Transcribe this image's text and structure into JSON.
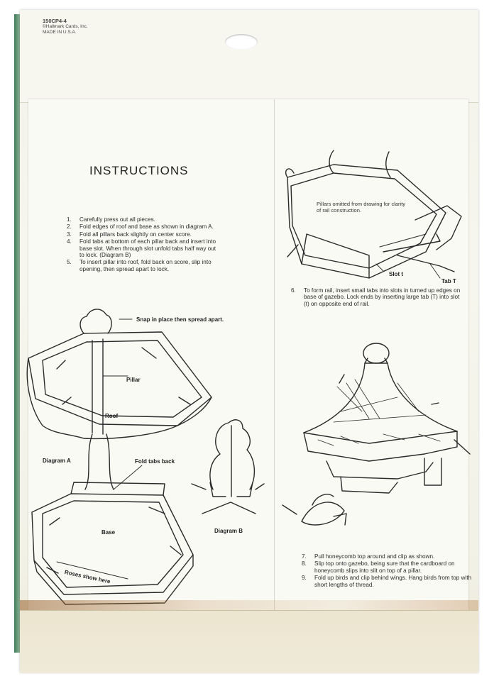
{
  "header": {
    "code": "150CP4-4",
    "company": "©Hallmark Cards, Inc.",
    "origin": "MADE IN U.S.A."
  },
  "title": "INSTRUCTIONS",
  "steps_left": [
    {
      "num": "1.",
      "text": "Carefully press out all pieces."
    },
    {
      "num": "2.",
      "text": "Fold edges of roof and base as shown in diagram A."
    },
    {
      "num": "3.",
      "text": "Fold all pillars back slightly on center score."
    },
    {
      "num": "4.",
      "text": "Fold tabs at bottom of each pillar back and insert into base slot. When through slot unfold tabs half way out to lock. (Diagram B)"
    },
    {
      "num": "5.",
      "text": "To insert pillar into roof, fold back on score, slip into opening, then spread apart to lock."
    }
  ],
  "step_rail": {
    "num": "6.",
    "text": "To form rail, insert small tabs into slots in turned up edges on base of gazebo. Lock ends by inserting large tab (T) into slot (t) on opposite end of rail."
  },
  "steps_right": [
    {
      "num": "7.",
      "text": "Pull honeycomb top around and clip as shown."
    },
    {
      "num": "8.",
      "text": "Slip top onto gazebo, being sure that the cardboard on honeycomb slips into slit on top of a pillar."
    },
    {
      "num": "9.",
      "text": "Fold up birds and clip behind wings. Hang birds from top with short lengths of thread."
    }
  ],
  "labels": {
    "snap": "Snap in place then spread apart.",
    "pillar": "Pillar",
    "roof": "Roof",
    "diagram_a": "Diagram A",
    "fold_tabs": "Fold tabs back",
    "base": "Base",
    "diagram_b": "Diagram B",
    "roses": "Roses show here",
    "pillars_note": "Pillars omitted from drawing for clarity of rail construction.",
    "slot": "Slot t",
    "tab": "Tab T"
  }
}
